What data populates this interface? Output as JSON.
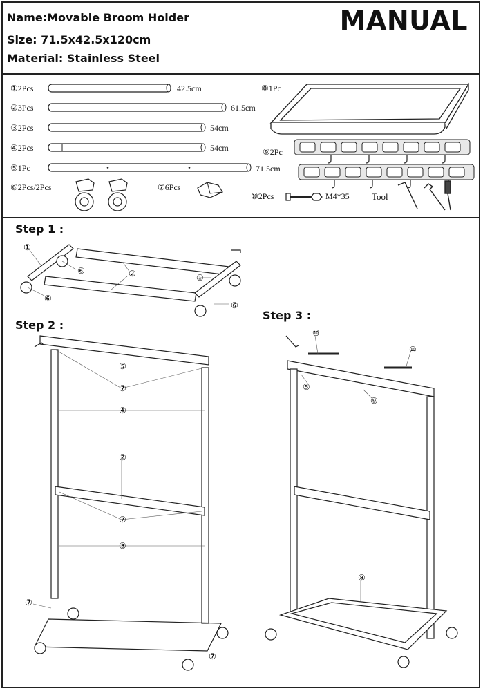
{
  "header": {
    "name": "Name:Movable Broom Holder",
    "size": "Size: 71.5x42.5x120cm",
    "material": "Material: Stainless Steel",
    "manual": "MANUAL"
  },
  "parts": [
    {
      "num": "①",
      "qty": "2Pcs",
      "length": "42.5cm"
    },
    {
      "num": "②",
      "qty": "3Pcs",
      "length": "61.5cm"
    },
    {
      "num": "③",
      "qty": "2Pcs",
      "length": "54cm"
    },
    {
      "num": "④",
      "qty": "2Pcs",
      "length": "54cm"
    },
    {
      "num": "⑤",
      "qty": "1Pc",
      "length": "71.5cm"
    },
    {
      "num": "⑥",
      "qty": "2Pcs/2Pcs"
    },
    {
      "num": "⑦",
      "qty": "6Pcs"
    },
    {
      "num": "⑧",
      "qty": "1Pc"
    },
    {
      "num": "⑨",
      "qty": "2Pc"
    },
    {
      "num": "⑩",
      "qty": "2Pcs",
      "spec": "M4*35"
    }
  ],
  "tool_label": "Tool",
  "steps": {
    "step1": "Step 1 :",
    "step2": "Step 2 :",
    "step3": "Step 3 :"
  },
  "callouts": {
    "c1": "①",
    "c2": "②",
    "c3": "③",
    "c4": "④",
    "c5": "⑤",
    "c6": "⑥",
    "c7": "⑦",
    "c8": "⑧",
    "c9": "⑨",
    "c10": "⑩"
  }
}
